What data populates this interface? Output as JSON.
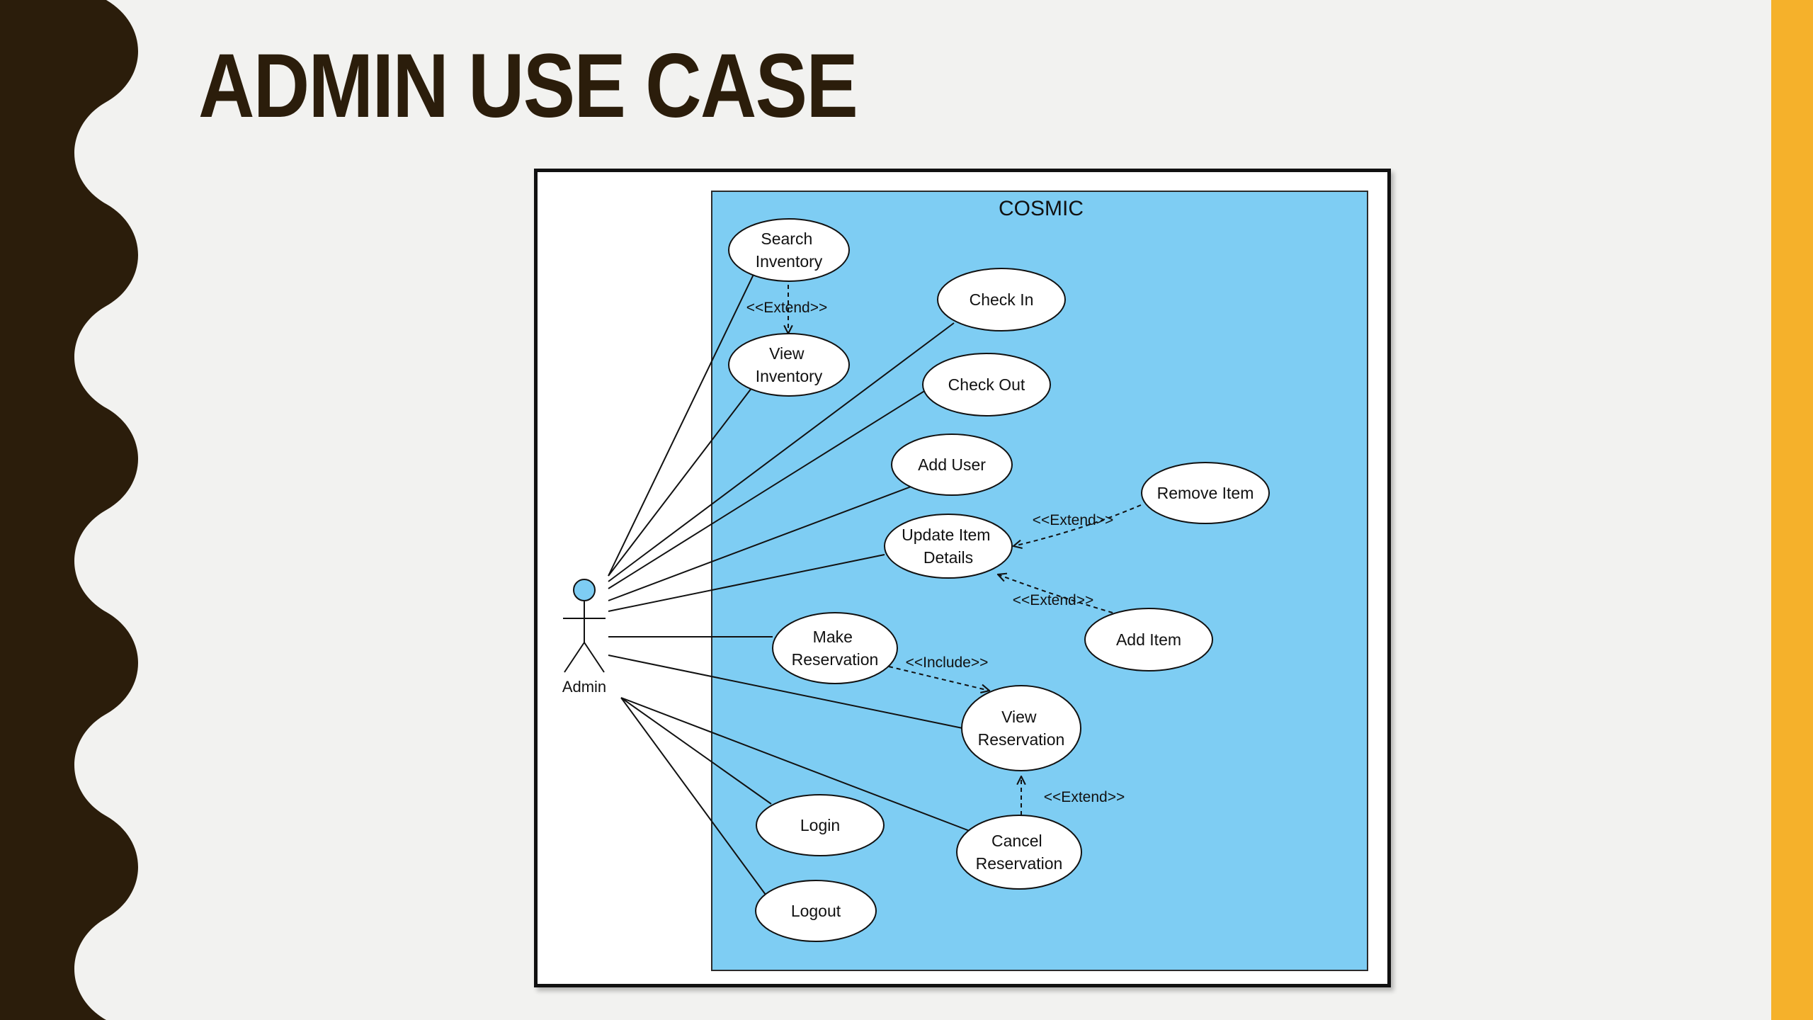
{
  "slide": {
    "title": "ADMIN USE CASE",
    "colors": {
      "background": "#f2f2f0",
      "left_wave": "#2b1d0b",
      "right_bar": "#f5b12b",
      "title": "#2b1d0b"
    }
  },
  "diagram": {
    "system_name": "COSMIC",
    "system_fill": "#7ecdf3",
    "usecase_fill": "#ffffff",
    "actor": {
      "name": "Admin",
      "head_fill": "#7ecdf3"
    },
    "use_cases": {
      "search_inventory": [
        "Search",
        "Inventory"
      ],
      "view_inventory": [
        "View",
        "Inventory"
      ],
      "check_in": [
        "Check In"
      ],
      "check_out": [
        "Check Out"
      ],
      "add_user": [
        "Add User"
      ],
      "update_item_details": [
        "Update Item",
        "Details"
      ],
      "remove_item": [
        "Remove Item"
      ],
      "add_item": [
        "Add Item"
      ],
      "make_reservation": [
        "Make",
        "Reservation"
      ],
      "view_reservation": [
        "View",
        "Reservation"
      ],
      "login": [
        "Login"
      ],
      "logout": [
        "Logout"
      ],
      "cancel_reservation": [
        "Cancel",
        "Reservation"
      ]
    },
    "relations": {
      "search_extend_view_inventory": "<<Extend>>",
      "remove_extend_update": "<<Extend>>",
      "add_extend_update": "<<Extend>>",
      "make_include_view_reservation": "<<Include>>",
      "cancel_extend_view_reservation": "<<Extend>>"
    }
  }
}
